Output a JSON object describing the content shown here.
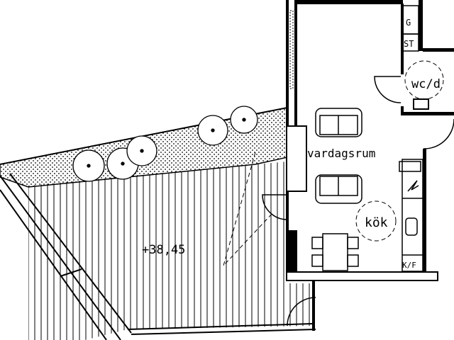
{
  "rooms": {
    "living": "vardagsrum",
    "kitchen": "kök",
    "wc": "wc/d"
  },
  "fixtures": {
    "g": "G",
    "st": "ST",
    "kf": "K/F"
  },
  "terrace": {
    "elevation": "+38,45"
  },
  "colors": {
    "ink": "#000000",
    "paper": "#ffffff"
  }
}
